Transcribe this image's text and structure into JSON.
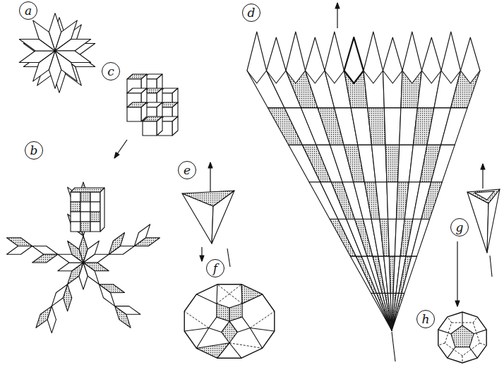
{
  "diagram": {
    "nodes": [
      {
        "text": [
          "a"
        ]
      },
      {
        "text": [
          "d"
        ]
      },
      {
        "text": [
          "c"
        ]
      },
      {
        "text": [
          "b"
        ]
      },
      {
        "text": [
          "e"
        ]
      },
      {
        "text": [
          "g"
        ]
      },
      {
        "text": [
          "f"
        ]
      },
      {
        "text": [
          "h"
        ]
      }
    ]
  }
}
